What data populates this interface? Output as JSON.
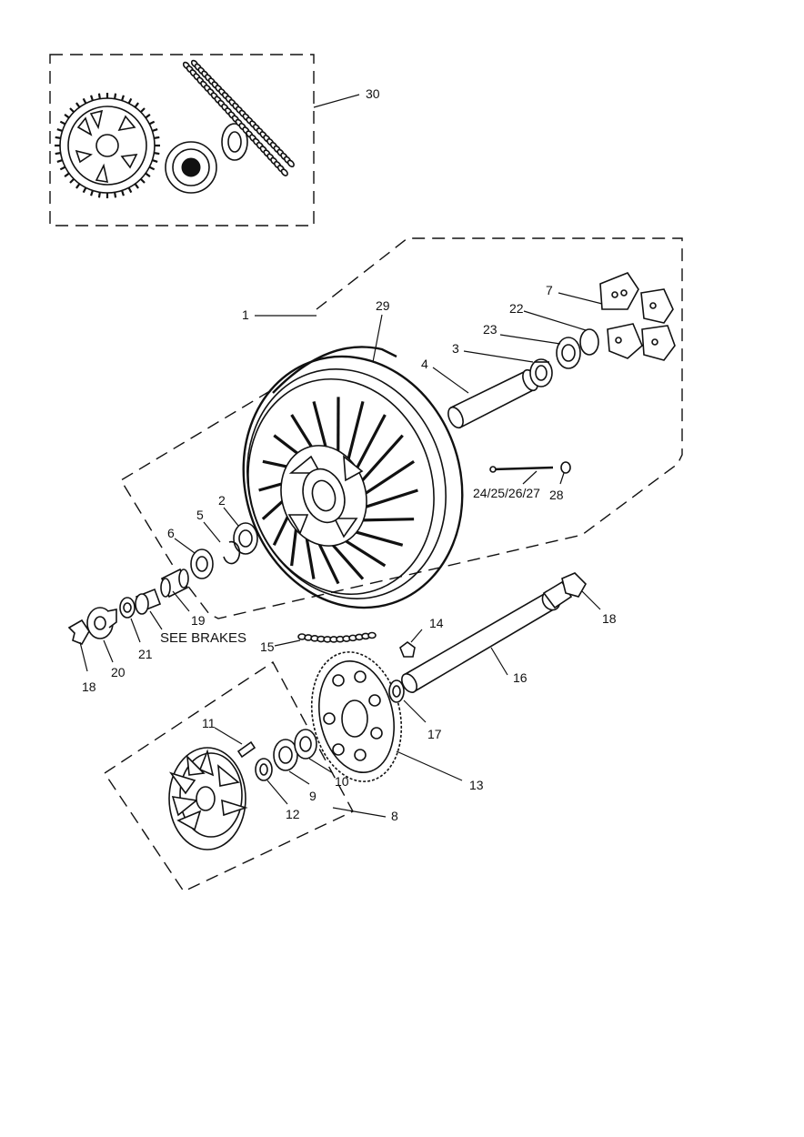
{
  "diagram": {
    "type": "exploded parts diagram",
    "callouts": {
      "c1": "1",
      "c2": "2",
      "c3": "3",
      "c4": "4",
      "c5": "5",
      "c6": "6",
      "c7": "7",
      "c8": "8",
      "c9": "9",
      "c10": "10",
      "c11": "11",
      "c12": "12",
      "c13": "13",
      "c14": "14",
      "c15": "15",
      "c16": "16",
      "c17": "17",
      "c18a": "18",
      "c18b": "18",
      "c19": "19",
      "c20": "20",
      "c21": "21",
      "c22": "22",
      "c23": "23",
      "c24": "24/25/26/27",
      "c28": "28",
      "c29": "29",
      "c30": "30"
    },
    "note": "SEE BRAKES"
  }
}
